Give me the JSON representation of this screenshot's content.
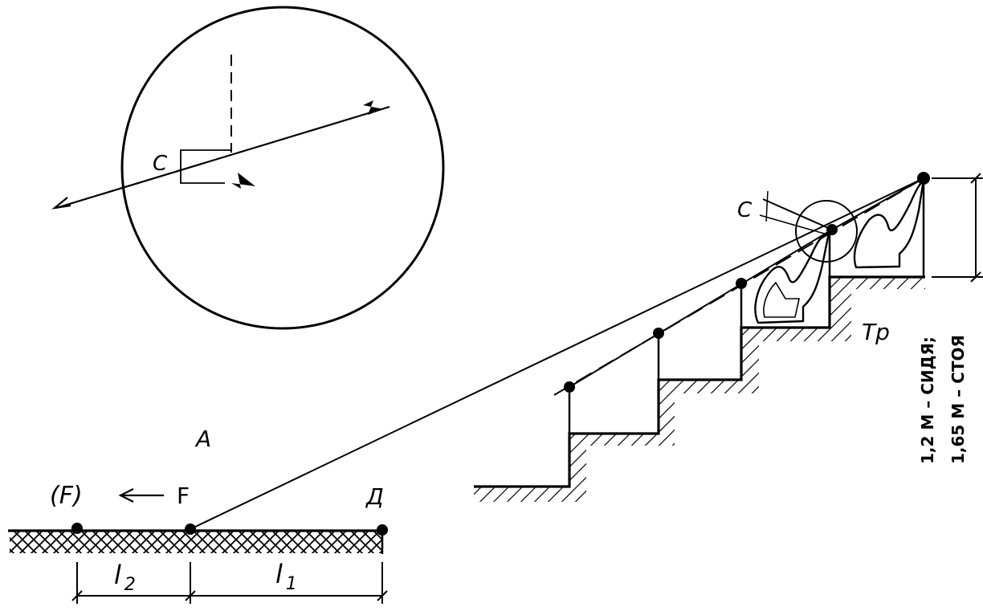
{
  "labels": {
    "c_detail": "C",
    "c_eye": "C",
    "point_a": "A",
    "point_f_bracket": "(F)",
    "point_f": "F",
    "point_d": "Д",
    "l2": "l",
    "l2_sub": "2",
    "l1": "l",
    "l1_sub": "1",
    "tr": "Tр",
    "height_sitting": "1,2 М – СИДЯ;",
    "height_standing": "1,65 М – СТОЯ"
  },
  "colors": {
    "ink": "#000000",
    "paper": "#ffffff"
  }
}
